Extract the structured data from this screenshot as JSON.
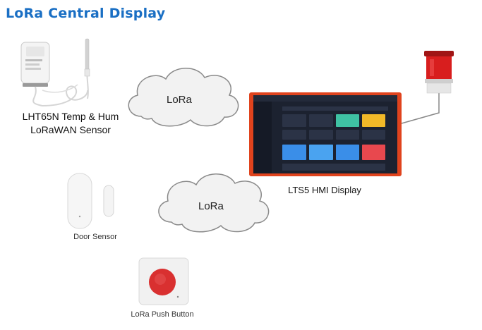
{
  "title": "LoRa Central Display",
  "devices": {
    "temp_sensor": {
      "label_line1": "LHT65N Temp & Hum",
      "label_line2": "LoRaWAN Sensor"
    },
    "door_sensor": {
      "label": "Door Sensor"
    },
    "push_button": {
      "label": "LoRa Push Button"
    },
    "hmi_display": {
      "label": "LTS5 HMI Display"
    }
  },
  "clouds": [
    {
      "label": "LoRa"
    },
    {
      "label": "LoRa"
    }
  ],
  "colors": {
    "title": "#1a6fc4",
    "display_frame": "#e0431d",
    "alarm_light": "#d81e1e",
    "push_button": "#d93030",
    "link_line": "#888888"
  }
}
